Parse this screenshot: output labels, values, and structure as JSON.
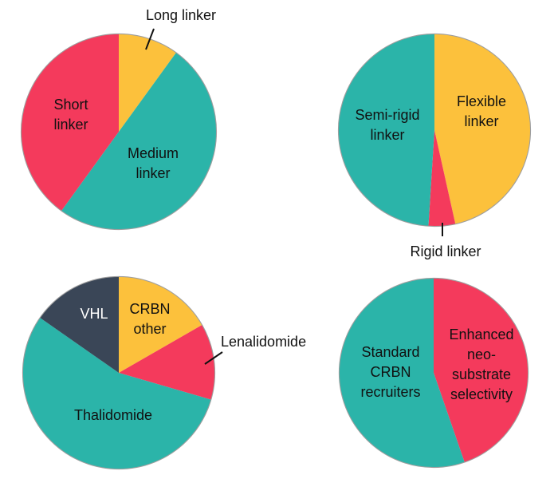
{
  "page": {
    "background": "#ffffff"
  },
  "palette": {
    "yellow": "#FCC13C",
    "teal": "#2BB4A9",
    "red": "#F43A5C",
    "dark_slate": "#3A4657",
    "outline": "#9E9E9E",
    "text": "#111111",
    "text_light": "#FFFFFF"
  },
  "chart_data": [
    {
      "type": "pie",
      "name": "linker-length",
      "unit": "percent (estimated from arc angles)",
      "start_angle_deg": 0,
      "direction": "clockwise",
      "slices": [
        {
          "label": "Long linker",
          "value": 10,
          "color": "yellow"
        },
        {
          "label": "Medium linker",
          "value": 50,
          "color": "teal"
        },
        {
          "label": "Short linker",
          "value": 40,
          "color": "red"
        }
      ]
    },
    {
      "type": "pie",
      "name": "linker-flexibility",
      "unit": "percent (estimated from arc angles)",
      "start_angle_deg": 0,
      "direction": "clockwise",
      "slices": [
        {
          "label": "Flexible linker",
          "value": 46.5,
          "color": "yellow"
        },
        {
          "label": "Rigid linker",
          "value": 4.5,
          "color": "red"
        },
        {
          "label": "Semi-rigid linker",
          "value": 49,
          "color": "teal"
        }
      ]
    },
    {
      "type": "pie",
      "name": "e3-recruiters",
      "unit": "percent (estimated from arc angles)",
      "start_angle_deg": 0,
      "direction": "clockwise",
      "slices": [
        {
          "label": "CRBN other",
          "value": 16.7,
          "color": "yellow"
        },
        {
          "label": "Lenalidomide",
          "value": 12.8,
          "color": "red"
        },
        {
          "label": "Thalidomide",
          "value": 55.2,
          "color": "teal"
        },
        {
          "label": "VHL",
          "value": 15.3,
          "color": "dark_slate"
        }
      ]
    },
    {
      "type": "pie",
      "name": "crbn-selectivity",
      "unit": "percent (estimated from arc angles)",
      "start_angle_deg": 0,
      "direction": "clockwise",
      "slices": [
        {
          "label": "Enhanced neo-substrate selectivity",
          "value": 44.7,
          "color": "red"
        },
        {
          "label": "Standard CRBN recruiters",
          "value": 55.3,
          "color": "teal"
        }
      ]
    }
  ]
}
